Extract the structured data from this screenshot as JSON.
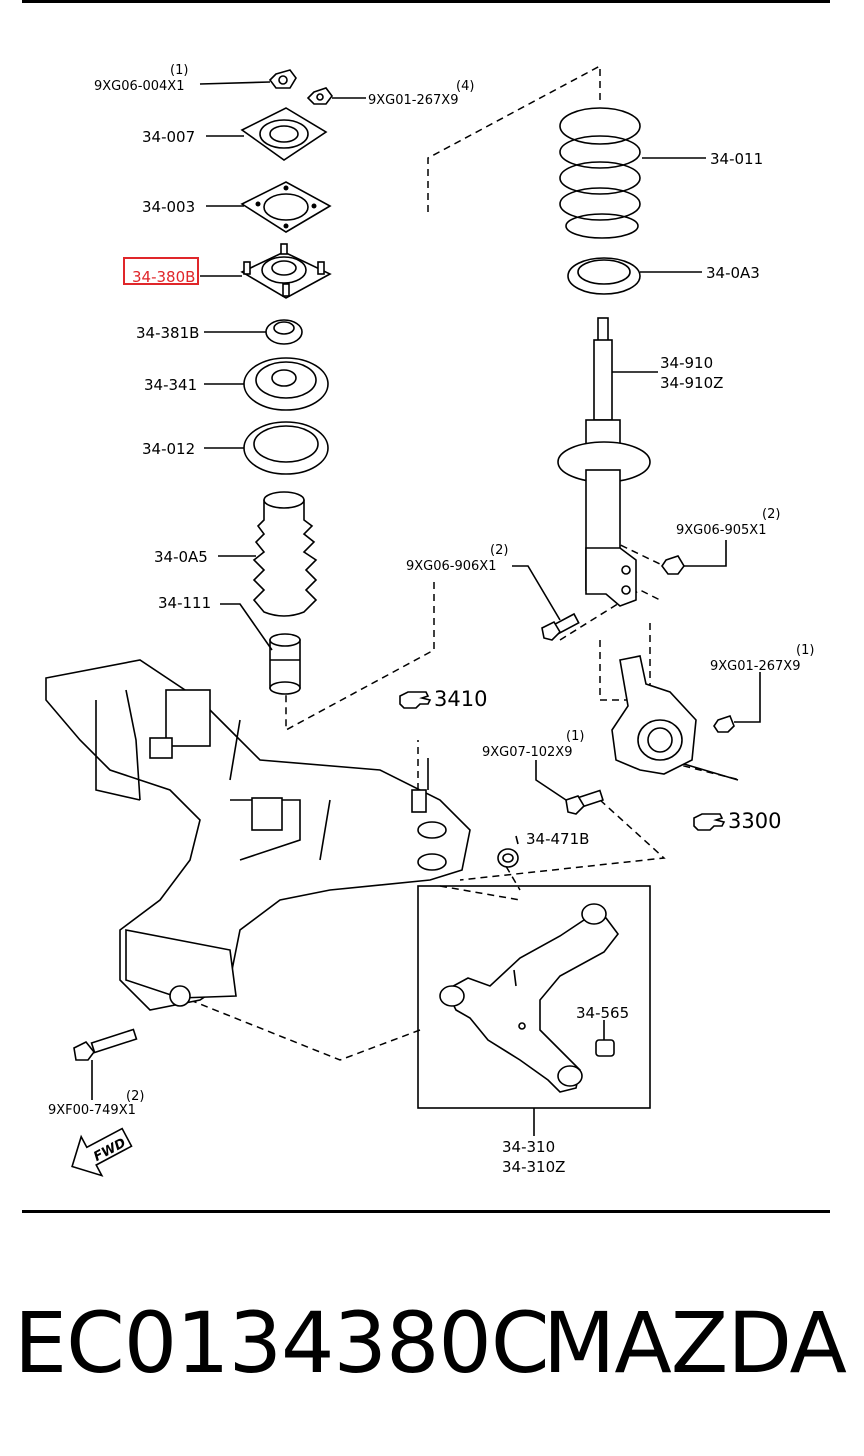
{
  "part_number": "EC0134380C",
  "brand": "MAZDA",
  "highlight_color": "#e0262a",
  "labels": {
    "nut_top_qty": "(1)",
    "nut_top": "9XG06-004X1",
    "nut_top2_qty": "(4)",
    "nut_top2": "9XG01-267X9",
    "p34_007": "34-007",
    "p34_003": "34-003",
    "p34_380b": "34-380B",
    "p34_381b": "34-381B",
    "p34_341": "34-341",
    "p34_012": "34-012",
    "p34_0a5": "34-0A5",
    "p34_111": "34-111",
    "p34_011": "34-011",
    "p34_0a3": "34-0A3",
    "p34_910": "34-910",
    "p34_910z": "34-910Z",
    "bolt_905_qty": "(2)",
    "bolt_905": "9XG06-905X1",
    "bolt_906_qty": "(2)",
    "bolt_906": "9XG06-906X1",
    "nut_267b_qty": "(1)",
    "nut_267b": "9XG01-267X9",
    "ref_3410": "3410",
    "bolt_102_qty": "(1)",
    "bolt_102": "9XG07-102X9",
    "ref_3300": "3300",
    "p34_471b": "34-471B",
    "p34_565": "34-565",
    "bolt_749_qty": "(2)",
    "bolt_749": "9XF00-749X1",
    "p34_310": "34-310",
    "p34_310z": "34-310Z",
    "fwd": "FWD"
  },
  "icons": [
    "hand-pointer-icon",
    "fwd-arrow-icon"
  ]
}
